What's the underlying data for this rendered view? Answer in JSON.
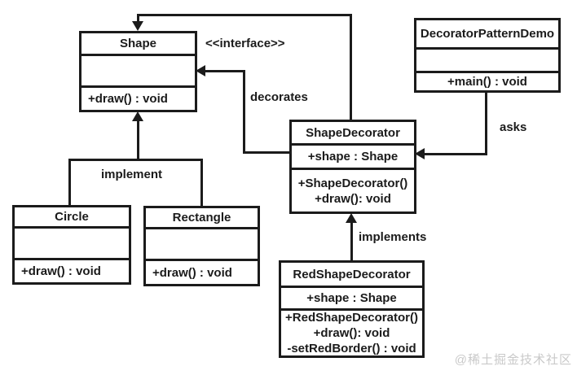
{
  "diagram": {
    "title_hint": "Decorator Pattern UML class diagram",
    "classes": {
      "shape": {
        "title": "Shape",
        "attributes": [],
        "methods": [
          "+draw() : void"
        ]
      },
      "decorator_pattern_demo": {
        "title": "DecoratorPatternDemo",
        "attributes": [],
        "methods": [
          "+main() : void"
        ]
      },
      "shape_decorator": {
        "title": "ShapeDecorator",
        "attributes": [
          "+shape : Shape"
        ],
        "methods": [
          "+ShapeDecorator()",
          "+draw(): void"
        ]
      },
      "red_shape_decorator": {
        "title": "RedShapeDecorator",
        "attributes": [
          "+shape : Shape"
        ],
        "methods": [
          "+RedShapeDecorator()",
          "+draw(): void",
          "-setRedBorder() : void"
        ]
      },
      "circle": {
        "title": "Circle",
        "attributes": [],
        "methods": [
          "+draw() : void"
        ]
      },
      "rectangle": {
        "title": "Rectangle",
        "attributes": [],
        "methods": [
          "+draw() : void"
        ]
      }
    },
    "labels": {
      "interface_stereotype": "<<interface>>",
      "decorates": "decorates",
      "asks": "asks",
      "implement": "implement",
      "implements": "implements"
    },
    "watermark": "@稀土掘金技术社区",
    "colors": {
      "line": "#1b1b1b",
      "background": "#ffffff",
      "watermark": "#c9c9c9"
    }
  }
}
